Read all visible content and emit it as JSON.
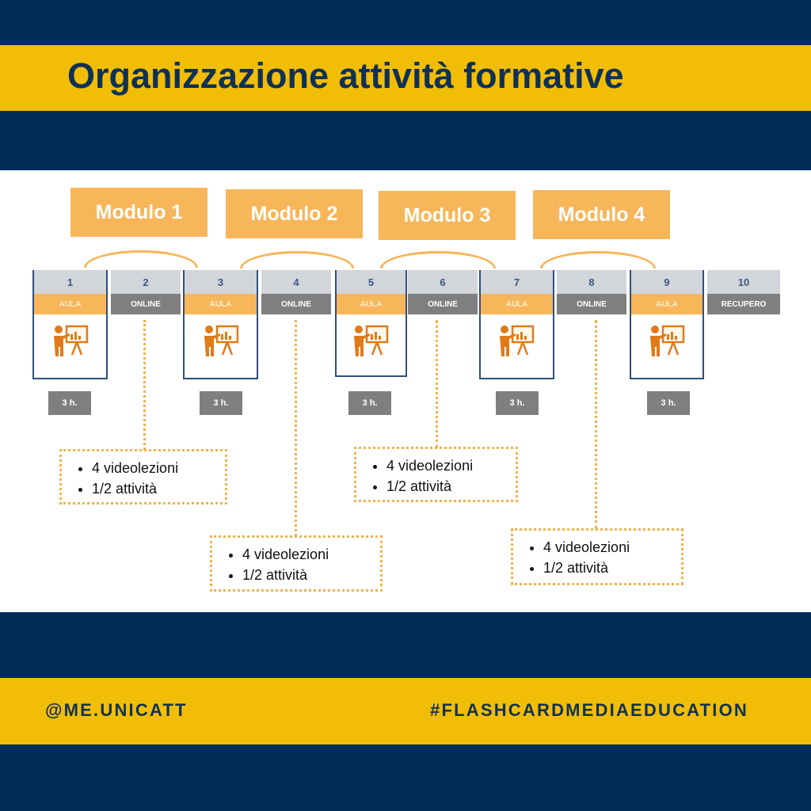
{
  "title": "Organizzazione attività formative",
  "modules": [
    "Modulo 1",
    "Modulo 2",
    "Modulo 3",
    "Modulo 4"
  ],
  "sessions": [
    {
      "num": "1",
      "type": "AULA"
    },
    {
      "num": "2",
      "type": "ONLINE"
    },
    {
      "num": "3",
      "type": "AULA"
    },
    {
      "num": "4",
      "type": "ONLINE"
    },
    {
      "num": "5",
      "type": "AULA"
    },
    {
      "num": "6",
      "type": "ONLINE"
    },
    {
      "num": "7",
      "type": "AULA"
    },
    {
      "num": "8",
      "type": "ONLINE"
    },
    {
      "num": "9",
      "type": "AULA"
    },
    {
      "num": "10",
      "type": "RECUPERO"
    }
  ],
  "hours_label": "3 h.",
  "notes": [
    {
      "items": [
        "4 videolezioni",
        "1/2 attività"
      ]
    },
    {
      "items": [
        "4 videolezioni",
        "1/2 attività"
      ]
    },
    {
      "items": [
        "4 videolezioni",
        "1/2 attività"
      ]
    },
    {
      "items": [
        "4 videolezioni",
        "1/2 attività"
      ]
    }
  ],
  "footer": {
    "handle": "@ME.UNICATT",
    "hashtag": "#FLASHCARDMEDIAEDUCATION"
  },
  "colors": {
    "navy": "#002d56",
    "yellow": "#f2bd07",
    "module_orange": "#f7b65a",
    "online_grey": "#7f7f80"
  }
}
